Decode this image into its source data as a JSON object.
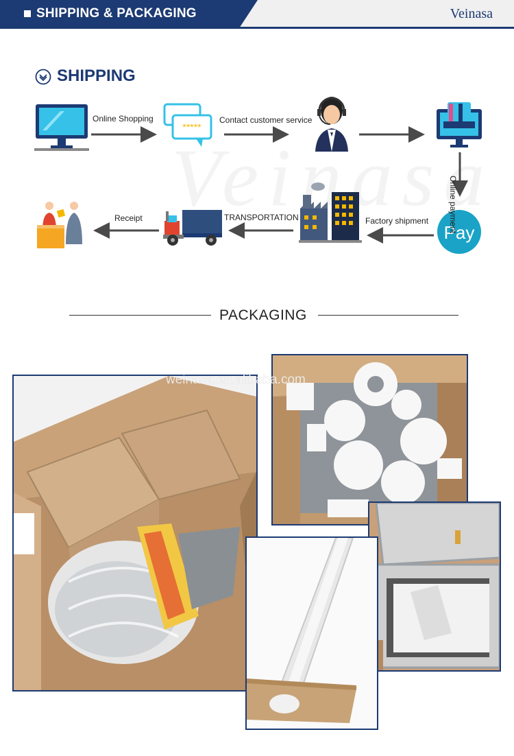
{
  "header": {
    "title": "SHIPPING & PACKAGING",
    "brand": "Veinasa"
  },
  "shipping": {
    "title": "SHIPPING",
    "steps": {
      "online_shopping": "Online Shopping",
      "contact_service": "Contact customer service",
      "online_payment": "Online payment",
      "factory_shipment": "Factory shipment",
      "transportation": "TRANSPORTATION",
      "receipt": "Receipt"
    },
    "pay_label": "Pay",
    "chat_dots": "*****",
    "icons": [
      "computer-icon",
      "chat-bubbles-icon",
      "customer-service-icon",
      "online-payment-icon",
      "pay-icon",
      "factory-icon",
      "truck-icon",
      "receipt-icon"
    ]
  },
  "packaging": {
    "title": "PACKAGING",
    "watermark": "weinasa.en.alibaba.com",
    "photos": [
      "cardboard-box-photo",
      "foam-packing-photo",
      "wrapped-rod-photo",
      "metal-cabinet-photo"
    ]
  },
  "colors": {
    "navy": "#1c3a73",
    "arrow": "#4a4a4a",
    "pay": "#1aa3c6",
    "cardboard": "#c9a27a"
  }
}
